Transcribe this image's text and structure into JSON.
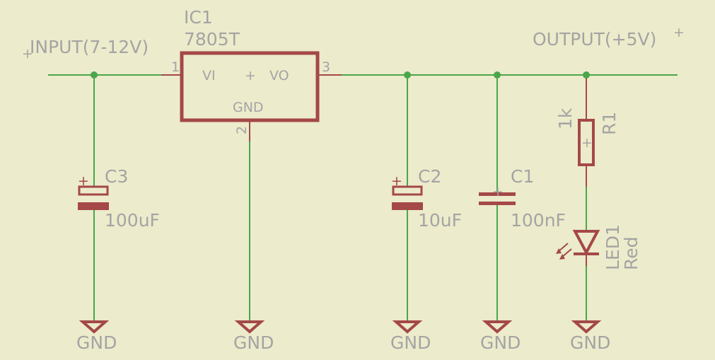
{
  "input_label": "INPUT(7-12V)",
  "output_label": "OUTPUT(+5V)",
  "ic": {
    "name": "IC1",
    "value": "7805T",
    "pin_vi": "VI",
    "pin_vo": "VO",
    "pin_gnd": "GND",
    "pin1": "1",
    "pin2": "2",
    "pin3": "3"
  },
  "c3": {
    "name": "C3",
    "value": "100uF"
  },
  "c2": {
    "name": "C2",
    "value": "10uF"
  },
  "c1": {
    "name": "C1",
    "value": "100nF"
  },
  "r1": {
    "name": "R1",
    "value": "1k"
  },
  "led1": {
    "name": "LED1",
    "value": "Red"
  },
  "gnd_label": "GND",
  "colors": {
    "background": "#ecebcb",
    "wire": "#4aa64a",
    "component": "#a44848",
    "text": "#a4a4a4"
  }
}
